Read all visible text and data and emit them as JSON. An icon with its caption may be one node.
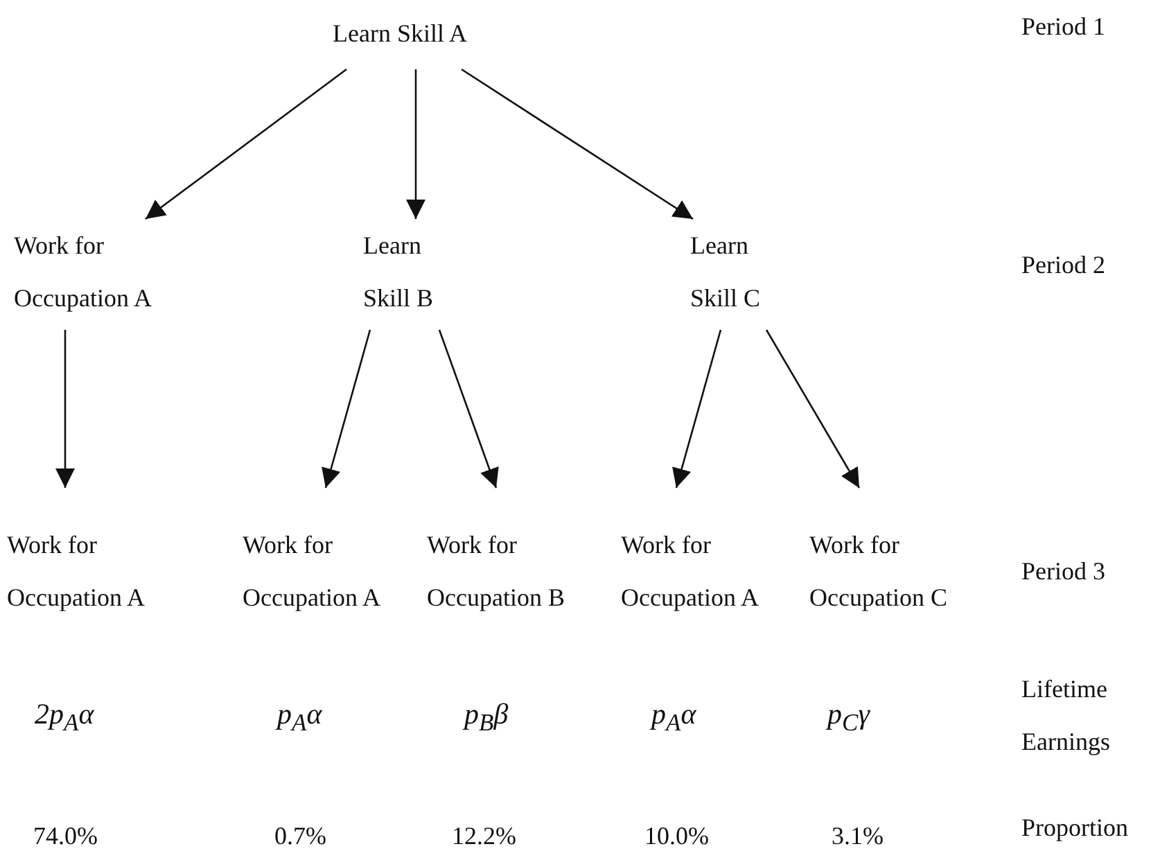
{
  "diagram": {
    "nodes": [
      {
        "text": [
          "Learn Skill A"
        ]
      },
      {
        "text": [
          "Work for Occupation A"
        ]
      },
      {
        "text": [
          "Learn Skill B"
        ]
      },
      {
        "text": [
          "Learn Skill C"
        ]
      },
      {
        "text": [
          "Work for Occupation A"
        ]
      },
      {
        "text": [
          "Work for Occupation A"
        ]
      },
      {
        "text": [
          "Work for Occupation B"
        ]
      },
      {
        "text": [
          "Work for Occupation A"
        ]
      },
      {
        "text": [
          "Work for Occupation C"
        ]
      }
    ],
    "edges": [
      {
        "from": 0,
        "to": 1,
        "arrow": "to"
      },
      {
        "from": 0,
        "to": 2,
        "arrow": "to"
      },
      {
        "from": 0,
        "to": 3,
        "arrow": "to"
      },
      {
        "from": 1,
        "to": 4,
        "arrow": "to"
      },
      {
        "from": 2,
        "to": 5,
        "arrow": "to"
      },
      {
        "from": 2,
        "to": 6,
        "arrow": "to"
      },
      {
        "from": 3,
        "to": 7,
        "arrow": "to"
      },
      {
        "from": 3,
        "to": 8,
        "arrow": "to"
      }
    ],
    "labels": [
      "Period 1",
      "Period 2",
      "Period 3",
      "2p$_{A}$α",
      "p$_{A}$α",
      "p$_{B}$β",
      "p$_{A}$α",
      "p$_{C}$γ",
      "Lifetime Earnings",
      "74.0%",
      "0.7%",
      "12.2%",
      "10.0%",
      "3.1%",
      "Proportion"
    ]
  }
}
